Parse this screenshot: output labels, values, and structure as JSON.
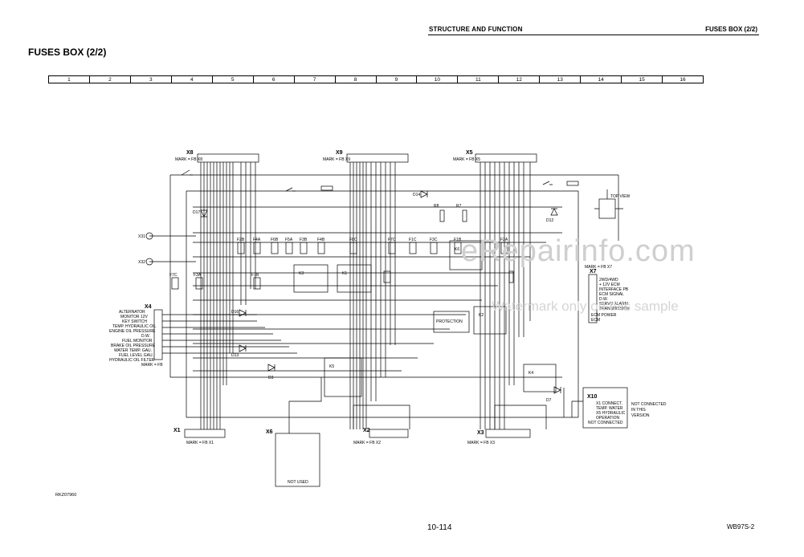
{
  "header": {
    "section": "STRUCTURE AND FUNCTION",
    "topic": "FUSES BOX (2/2)"
  },
  "page_title": "FUSES BOX (2/2)",
  "grid_columns": [
    "1",
    "2",
    "3",
    "4",
    "5",
    "6",
    "7",
    "8",
    "9",
    "10",
    "11",
    "12",
    "13",
    "14",
    "15",
    "16"
  ],
  "connectors": {
    "x8": {
      "id": "X8",
      "note": "MARK = FB X8"
    },
    "x9": {
      "id": "X9",
      "note": "MARK = FB X9"
    },
    "x5": {
      "id": "X5",
      "note": "MARK = FB X5"
    },
    "x4": {
      "id": "X4",
      "note": "MARK = FB"
    },
    "x7": {
      "id": "X7",
      "note": "MARK = FB X7"
    },
    "x10": {
      "id": "X10",
      "note": "NOT CONNECTED"
    },
    "x1": {
      "id": "X1",
      "note": "MARK = FB X1"
    },
    "x6": {
      "id": "X6",
      "note": "NOT USED"
    },
    "x2": {
      "id": "X2",
      "note": "MARK = FB X2"
    },
    "x3": {
      "id": "X3",
      "note": "MARK = FB X3"
    }
  },
  "x4_signals": [
    "ALTERNATOR",
    "MONITOR 12V",
    "KEY SWITCH",
    "TEMP. HYDRAULIC OIL",
    "ENGINE OIL PRESSURE",
    "D.W.",
    "FUEL MONITOR",
    "BRAKE OIL PRESSURE",
    "WATER TEMP. GAU.",
    "FUEL LEVEL GAU.",
    "HYDRAULIC OIL FILTER"
  ],
  "x7_signals": [
    "2WD/4WD",
    "+ 12V ECM",
    "INTERFACE PB",
    "ECM SIGNAL",
    "D.W.",
    "SERVO ALARM",
    "TRANSMISSION",
    "ECM POWER",
    "ECM"
  ],
  "x10_signals": [
    "X1 CONNECT.",
    "TEMP. WATER",
    "X5 HYDRAULIC",
    "OPERATION"
  ],
  "side_notes": {
    "x10_right": [
      "NOT CONNECTED",
      "IN THIS",
      "VERSION"
    ]
  },
  "components": {
    "relay_module": "PROTECTION",
    "relay_top": "TOP VIEW"
  },
  "doc_code": "RKZ07960",
  "page_number": "10-114",
  "model": "WB97S-2",
  "watermark": {
    "site": "eRepairinfo.com",
    "note": "Watermark only on this sample"
  }
}
